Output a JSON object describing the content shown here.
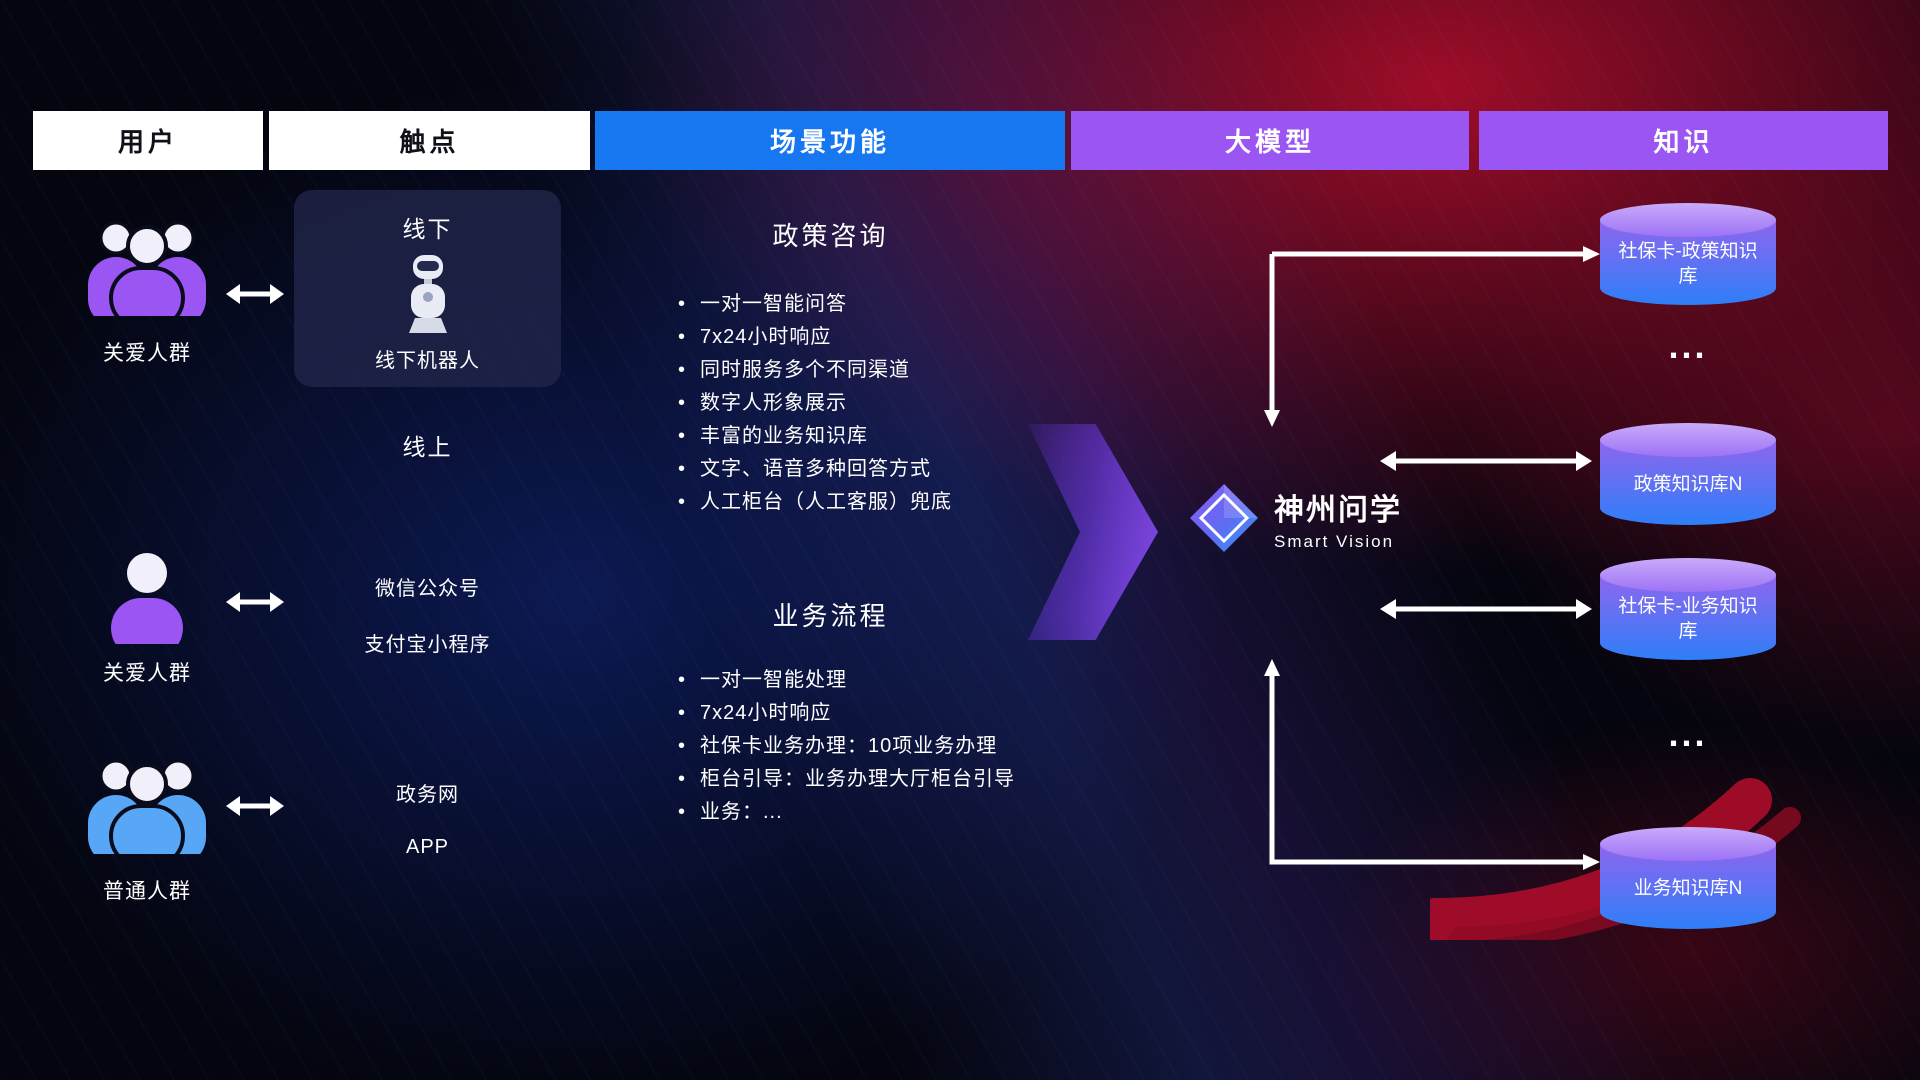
{
  "header": {
    "columns": [
      {
        "label": "用户"
      },
      {
        "label": "触点"
      },
      {
        "label": "场景功能"
      },
      {
        "label": "大模型"
      },
      {
        "label": "知识"
      }
    ]
  },
  "users": [
    {
      "label": "关爱人群"
    },
    {
      "label": "关爱人群"
    },
    {
      "label": "普通人群"
    }
  ],
  "touchpoints": {
    "offline_title": "线下",
    "offline_robot_label": "线下机器人",
    "online_title": "线上",
    "online_items": [
      "微信公众号",
      "支付宝小程序",
      "政务网",
      "APP"
    ]
  },
  "scenarios": {
    "policy": {
      "title": "政策咨询",
      "items": [
        "一对一智能问答",
        "7x24小时响应",
        "同时服务多个不同渠道",
        "数字人形象展示",
        "丰富的业务知识库",
        "文字、语音多种回答方式",
        "人工柜台（人工客服）兜底"
      ]
    },
    "business": {
      "title": "业务流程",
      "items": [
        "一对一智能处理",
        "7x24小时响应",
        "社保卡业务办理：10项业务办理",
        "柜台引导：业务办理大厅柜台引导",
        "业务：..."
      ]
    }
  },
  "model": {
    "name": "神州问学",
    "subtitle": "Smart Vision"
  },
  "knowledge": {
    "items": [
      "社保卡-政策知识库",
      "...",
      "政策知识库N",
      "社保卡-业务知识库",
      "...",
      "业务知识库N"
    ]
  },
  "colors": {
    "header_blue": "#1677f0",
    "header_purple": "#9a55f2",
    "user_purple": "#9a55f2",
    "user_blue": "#58a6f6",
    "db_top": "#c9abfa",
    "db_gradient_start": "#8f66ee",
    "db_gradient_end": "#2e7ef8",
    "arrow_white": "#ffffff",
    "accent_red": "#b50d2c"
  }
}
